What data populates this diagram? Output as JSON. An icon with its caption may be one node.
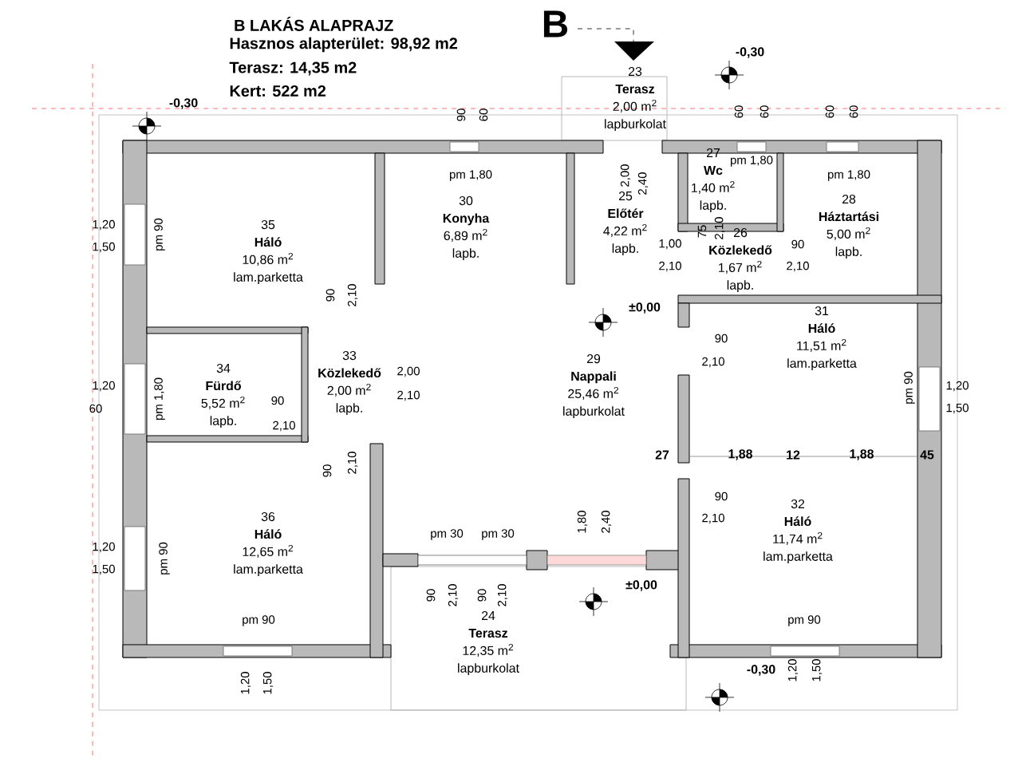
{
  "diagram": {
    "title": "B LAKÁS ALAPRAJZ",
    "nodes": [
      {
        "text": [
          "23",
          "Terasz",
          "2,00 m$^{2}$",
          "lapburkolat"
        ]
      },
      {
        "text": [
          "35",
          "Háló",
          "10,86 m$^{2}$",
          "lam.parketta"
        ]
      },
      {
        "text": [
          "30",
          "Konyha",
          "6,89 m$^{2}$",
          "lapb."
        ]
      },
      {
        "text": [
          "25",
          "Előtér",
          "4,22 m$^{2}$",
          "lapb."
        ]
      },
      {
        "text": [
          "27",
          "Wc",
          "1,40 m$^{2}$",
          "lapb."
        ]
      },
      {
        "text": [
          "28",
          "Háztartási",
          "5,00 m$^{2}$",
          "lapb."
        ]
      },
      {
        "text": [
          "26",
          "Közlekedő",
          "1,67 m$^{2}$",
          "lapb."
        ]
      },
      {
        "text": [
          "31",
          "Háló",
          "11,51 m$^{2}$",
          "lam.parketta"
        ]
      },
      {
        "text": [
          "29",
          "Nappali",
          "25,46 m$^{2}$",
          "lapburkolat"
        ]
      },
      {
        "text": [
          "33",
          "Közlekedő",
          "2,00 m$^{2}$",
          "lapb."
        ]
      },
      {
        "text": [
          "34",
          "Fürdő",
          "5,52 m$^{2}$",
          "lapb."
        ]
      },
      {
        "text": [
          "36",
          "Háló",
          "12,65 m$^{2}$",
          "lam.parketta"
        ]
      },
      {
        "text": [
          "32",
          "Háló",
          "11,74 m$^{2}$",
          "lam.parketta"
        ]
      },
      {
        "text": [
          "24",
          "Terasz",
          "12,35 m$^{2}$",
          "lapburkolat"
        ]
      }
    ],
    "labels": [
      "Hasznos alapterület: 98,92 m2",
      "Terasz: 14,35 m2",
      "Kert: 522 m2",
      "B",
      "-0,30",
      "-0,30",
      "90",
      "60",
      "60",
      "60",
      "60",
      "60",
      "pm 1,80",
      "pm 1,80",
      "pm 1,80",
      "2,00",
      "2,40",
      "1,20",
      "1,50",
      "pm 90",
      "75",
      "2,10",
      "1,00",
      "2,10",
      "90",
      "2,10",
      "90",
      "2,10",
      "±0,00",
      "90",
      "2,10",
      "2,00",
      "2,10",
      "1,20",
      "1,50",
      "pm 90",
      "1,20",
      "60",
      "pm 1,80",
      "90",
      "2,10",
      "27",
      "1,88",
      "12",
      "1,88",
      "45",
      "2,10",
      "90",
      "90",
      "2,10",
      "1,80",
      "2,40",
      "pm 30",
      "pm 30",
      "1,20",
      "1,50",
      "pm 90",
      "±0,00",
      "90",
      "2,10",
      "90",
      "2,10",
      "pm 90",
      "pm 90",
      "-0,30",
      "1,20",
      "1,50",
      "1,20",
      "1,50"
    ]
  }
}
